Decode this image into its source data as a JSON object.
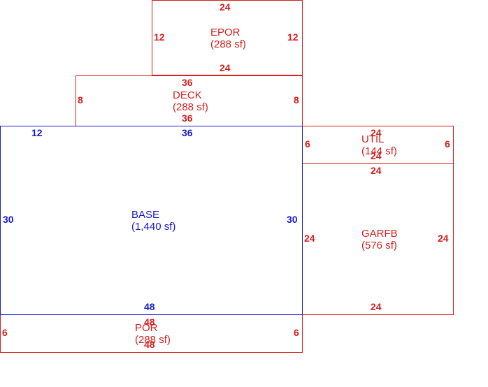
{
  "colors": {
    "outline_red": "#d42020",
    "outline_blue": "#1a1acc",
    "background": "#ffffff"
  },
  "areas": {
    "epor": {
      "name": "EPOR",
      "area": "(288 sf)",
      "top": "24",
      "bottom": "24",
      "left": "12",
      "right": "12"
    },
    "deck": {
      "name": "DECK",
      "area": "(288 sf)",
      "top": "36",
      "bottom": "36",
      "left": "8",
      "right": "8"
    },
    "base": {
      "name": "BASE",
      "area": "(1,440 sf)",
      "top_left": "12",
      "top": "36",
      "bottom": "48",
      "left": "30",
      "right": "30"
    },
    "util": {
      "name": "UTIL",
      "area": "(144 sf)",
      "top": "24",
      "bottom": "24",
      "left": "6",
      "right": "6"
    },
    "garfb": {
      "name": "GARFB",
      "area": "(576 sf)",
      "top": "24",
      "bottom": "24",
      "left": "24",
      "right": "24"
    },
    "por": {
      "name": "POR",
      "area": "(288 sf)",
      "top": "48",
      "bottom": "48",
      "left": "6",
      "right": "6"
    }
  }
}
